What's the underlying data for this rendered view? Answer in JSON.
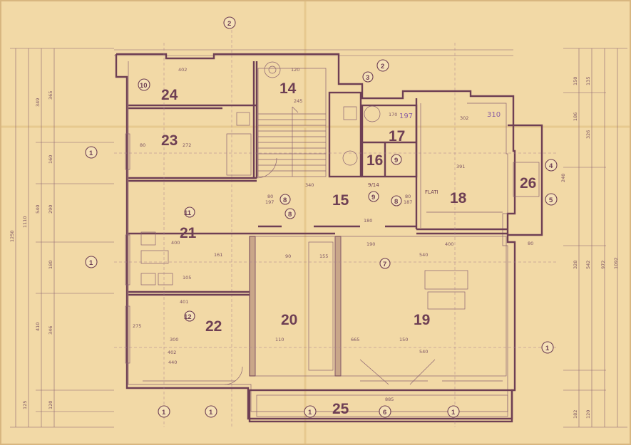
{
  "rooms": [
    {
      "id": "r24",
      "label": "24"
    },
    {
      "id": "r14",
      "label": "14"
    },
    {
      "id": "r23",
      "label": "23"
    },
    {
      "id": "r17",
      "label": "17"
    },
    {
      "id": "r16",
      "label": "16"
    },
    {
      "id": "r15",
      "label": "15"
    },
    {
      "id": "r18",
      "label": "18"
    },
    {
      "id": "r26",
      "label": "26"
    },
    {
      "id": "r21",
      "label": "21"
    },
    {
      "id": "r22",
      "label": "22"
    },
    {
      "id": "r20",
      "label": "20"
    },
    {
      "id": "r19",
      "label": "19"
    },
    {
      "id": "r25",
      "label": "25"
    },
    {
      "id": "r9a",
      "label": "9"
    },
    {
      "id": "r9b",
      "label": "9"
    },
    {
      "id": "r11",
      "label": "11"
    },
    {
      "id": "r12",
      "label": "12"
    },
    {
      "id": "r8a",
      "label": "8"
    },
    {
      "id": "r8b",
      "label": "8"
    },
    {
      "id": "r8c",
      "label": "8"
    },
    {
      "id": "r7",
      "label": "7"
    },
    {
      "id": "r10",
      "label": "10"
    }
  ],
  "axis_bubbles": [
    "2",
    "2",
    "3",
    "1",
    "1",
    "1",
    "1",
    "1",
    "6",
    "1",
    "4",
    "5",
    "1"
  ],
  "dimensions": {
    "left_total": "1250",
    "left_sub": "1110",
    "left_a": "365",
    "left_b": "349",
    "left_c": "540",
    "left_d": "290",
    "left_e": "180",
    "left_f": "160",
    "left_g": "410",
    "left_h": "346",
    "left_i": "125",
    "left_j": "120",
    "right_a": "150",
    "right_b": "135",
    "right_c": "186",
    "right_d": "326",
    "right_e": "240",
    "right_f": "328",
    "right_g": "542",
    "right_h": "972",
    "right_i": "1092",
    "right_j": "182",
    "right_k": "120",
    "d402a": "402",
    "d402b": "402",
    "d440": "440",
    "d300": "300",
    "d540": "540",
    "d150": "150",
    "d665": "665",
    "d885": "885",
    "d400": "400",
    "d401": "401",
    "d161": "161",
    "d120": "120",
    "d80": "80",
    "d90": "90",
    "d190": "190",
    "d170": "170",
    "d245": "245",
    "d180": "180",
    "d272": "272",
    "d155": "155",
    "d187": "187",
    "d302": "302",
    "d340": "340",
    "d197": "197",
    "d391": "391",
    "d275": "275",
    "d110": "110",
    "d105": "105"
  },
  "notes": {
    "flati": "FLATI",
    "cs": "9/14",
    "hand_197": "197",
    "hand_310": "310"
  }
}
